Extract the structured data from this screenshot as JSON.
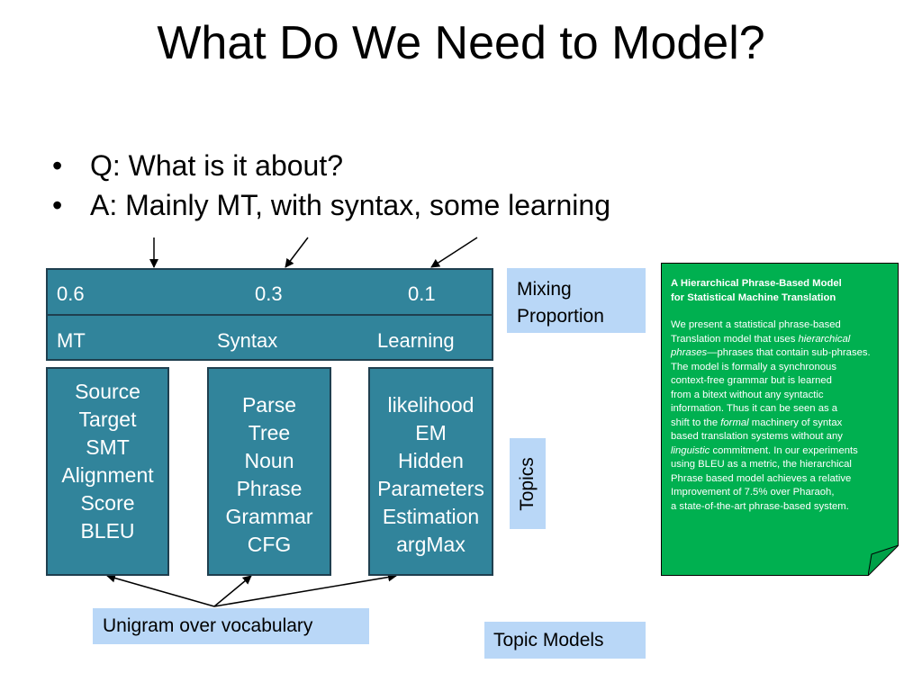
{
  "title": "What Do We Need to Model?",
  "bullets": [
    "Q: What is it about?",
    "A: Mainly MT, with syntax, some learning"
  ],
  "mixing": {
    "proportions": [
      "0.6",
      "0.3",
      "0.1"
    ],
    "topics": [
      "MT",
      "Syntax",
      "Learning"
    ],
    "label_line1": "Mixing",
    "label_line2": "Proportion"
  },
  "topic_words": [
    [
      "Source",
      "Target",
      "SMT",
      "Alignment",
      "Score",
      "BLEU"
    ],
    [
      "Parse",
      "Tree",
      "Noun",
      "Phrase",
      "Grammar",
      "CFG"
    ],
    [
      "likelihood",
      "EM",
      "Hidden",
      "Parameters",
      "Estimation",
      "argMax"
    ]
  ],
  "topics_label": "Topics",
  "unigram_label": "Unigram over vocabulary",
  "topic_models_label": "Topic Models",
  "paper": {
    "title_line1": "A Hierarchical Phrase-Based Model",
    "title_line2": "for Statistical Machine Translation",
    "l1": "We present a statistical phrase-based",
    "l2": "Translation model that uses ",
    "l2_em": "hierarchical",
    "l3_em": "phrases",
    "l3": "—phrases that contain sub-phrases.",
    "l4": "The model is formally a synchronous",
    "l5": "context-free grammar but is learned",
    "l6": "from a bitext without any syntactic",
    "l7": "information. Thus it can be seen as a",
    "l8a": "shift to the ",
    "l8_em": "formal",
    "l8b": " machinery of syntax",
    "l9": "based translation systems without any",
    "l10_em": "linguistic",
    "l10": " commitment. In our experiments",
    "l11": " using BLEU as a metric, the hierarchical",
    "l12": "Phrase based model achieves a relative",
    "l13": "Improvement of 7.5% over Pharaoh,",
    "l14": "a state-of-the-art phrase-based system."
  },
  "colors": {
    "teal": "#31849b",
    "light_blue": "#b9d7f7",
    "green": "#00b050"
  }
}
